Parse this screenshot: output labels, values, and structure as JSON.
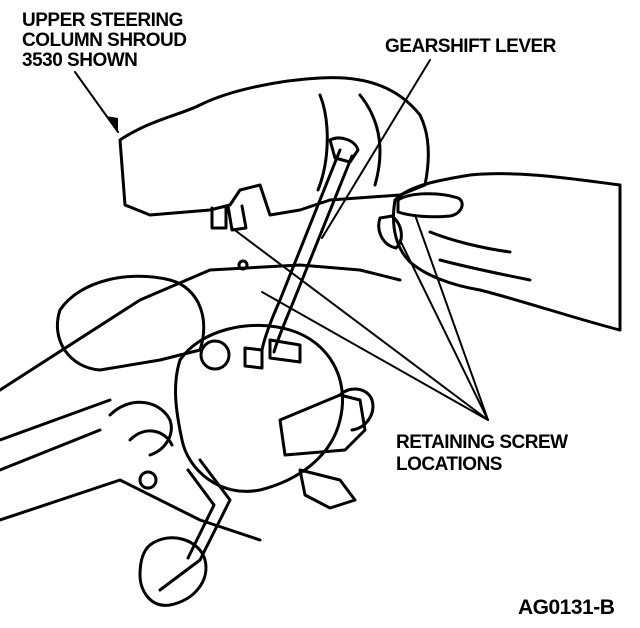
{
  "labels": {
    "shroud": [
      "UPPER STEERING",
      "COLUMN SHROUD",
      "3530 SHOWN"
    ],
    "gearshift": "GEARSHIFT LEVER",
    "screw": [
      "RETAINING SCREW",
      "LOCATIONS"
    ],
    "figure_code": "AG0131-B"
  }
}
